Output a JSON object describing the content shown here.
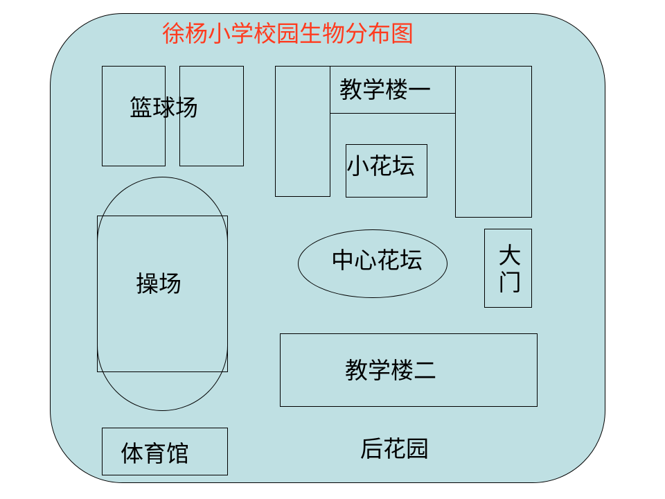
{
  "title": "徐杨小学校园生物分布图",
  "colors": {
    "title": "#ff3b1f",
    "campus_fill": "#bfe0e3",
    "line": "#000000"
  },
  "areas": {
    "basketball_court": "篮球场",
    "playground": "操场",
    "gymnasium": "体育馆",
    "building_one": "教学楼一",
    "small_flower_bed": "小花坛",
    "center_flower_bed": "中心花坛",
    "main_gate": "大门",
    "building_two": "教学楼二",
    "back_garden": "后花园"
  }
}
